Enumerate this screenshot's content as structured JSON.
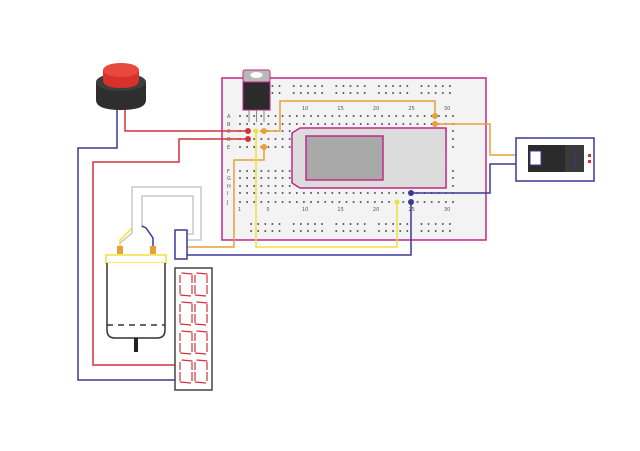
{
  "title": "Circuit wiring diagram",
  "colors": {
    "breadboard_border": "#c2298a",
    "breadboard_fill": "#f3f3f3",
    "hole": "#555555",
    "wire_red": "#d0343b",
    "wire_blue": "#3b3994",
    "wire_orange": "#e8a03a",
    "wire_yellow": "#f2df3a",
    "wire_gray": "#c8c8c8",
    "button_cap": "#e03a30",
    "button_base": "#2e2e2e",
    "display_segment": "#d0343b",
    "lcd_outer": "#dcdcdc",
    "lcd_inner": "#a9a9a9"
  },
  "breadboard": {
    "column_labels": [
      "1",
      "5",
      "10",
      "15",
      "20",
      "25",
      "30"
    ],
    "top_row_labels": [
      "A",
      "B",
      "C",
      "D",
      "E"
    ],
    "bottom_row_labels": [
      "F",
      "G",
      "H",
      "I",
      "J"
    ]
  },
  "components": [
    {
      "id": "push-button",
      "label": "Push button"
    },
    {
      "id": "voltage-regulator",
      "label": "Voltage regulator"
    },
    {
      "id": "lcd-module",
      "label": "Display module"
    },
    {
      "id": "dc-jack",
      "label": "DC power jack"
    },
    {
      "id": "dc-motor",
      "label": "DC motor"
    },
    {
      "id": "connector",
      "label": "Motor connector"
    },
    {
      "id": "seven-segment-display",
      "label": "4-digit 7-segment display",
      "digits": 4
    }
  ]
}
